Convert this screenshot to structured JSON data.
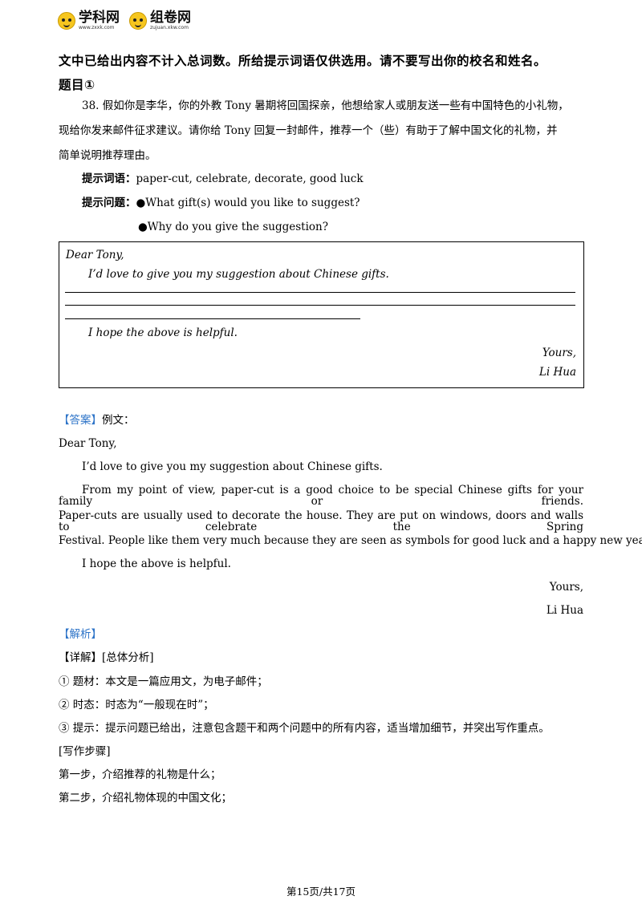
{
  "header": {
    "logo1_name": "学科网",
    "logo1_url": "www.zxxk.com",
    "logo2_name": "组卷网",
    "logo2_url": "zujuan.xkw.com"
  },
  "instruction": "文中已给出内容不计入总词数。所给提示词语仅供选用。请不要写出你的校名和姓名。",
  "topic_title": "题目①",
  "question": {
    "line1": "38. 假如你是李华，你的外教 Tony 暑期将回国探亲，他想给家人或朋友送一些有中国特色的小礼物，",
    "line2": "现给你发来邮件征求建议。请你给 Tony 回复一封邮件，推荐一个（些）有助于了解中国文化的礼物，并",
    "line3": "简单说明推荐理由。",
    "hint_words_label": "提示词语：",
    "hint_words": "paper-cut, celebrate, decorate, good luck",
    "hint_questions_label": "提示问题：",
    "hint_q1": "●What gift(s) would you like to suggest?",
    "hint_q2": "●Why do you give the suggestion?"
  },
  "letter_box": {
    "greeting": "Dear Tony,",
    "opening": "I’d love to give you my suggestion about Chinese gifts.",
    "closing": "I hope the above is helpful.",
    "sign_off": "Yours,",
    "signature": "Li Hua"
  },
  "answer": {
    "label": "【答案】",
    "label_suffix": "例文：",
    "greeting": "Dear Tony,",
    "opening": "I’d love to give you my suggestion about Chinese gifts.",
    "para_line1": "From my point of view, paper-cut is a good choice to be special Chinese gifts for your family or friends.",
    "para_line2": "Paper-cuts are usually used to decorate the house. They are put on windows, doors and walls to celebrate the Spring",
    "para_line3": "Festival. People like them very much because they are seen as symbols for good luck and a happy new year.",
    "closing": "I hope the above is helpful.",
    "sign_off": "Yours,",
    "signature": "Li Hua"
  },
  "analysis": {
    "label": "【解析】",
    "detail": "【详解】[总体分析]",
    "item1": "① 题材：本文是一篇应用文，为电子邮件；",
    "item2": "② 时态：时态为“一般现在时”；",
    "item3": "③ 提示：提示问题已给出，注意包含题干和两个问题中的所有内容，适当增加细节，并突出写作重点。",
    "steps_label": "[写作步骤]",
    "step1": "第一步，介绍推荐的礼物是什么；",
    "step2": "第二步，介绍礼物体现的中国文化；"
  },
  "footer": {
    "page": "第15页/共17页"
  }
}
